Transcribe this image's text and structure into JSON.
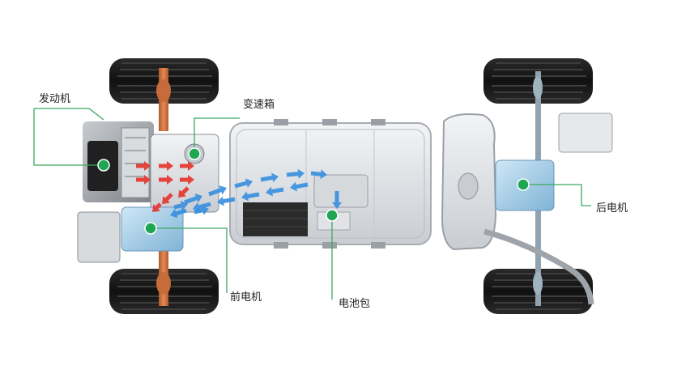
{
  "labels": {
    "engine": "发动机",
    "gearbox": "变速箱",
    "front_motor": "前电机",
    "battery_pack": "电池包",
    "rear_motor": "后电机"
  },
  "colors": {
    "leader_line": "#3aa860",
    "marker": "#1fa653",
    "arrow_red": "#e5362f",
    "arrow_blue": "#3a8fe0"
  }
}
